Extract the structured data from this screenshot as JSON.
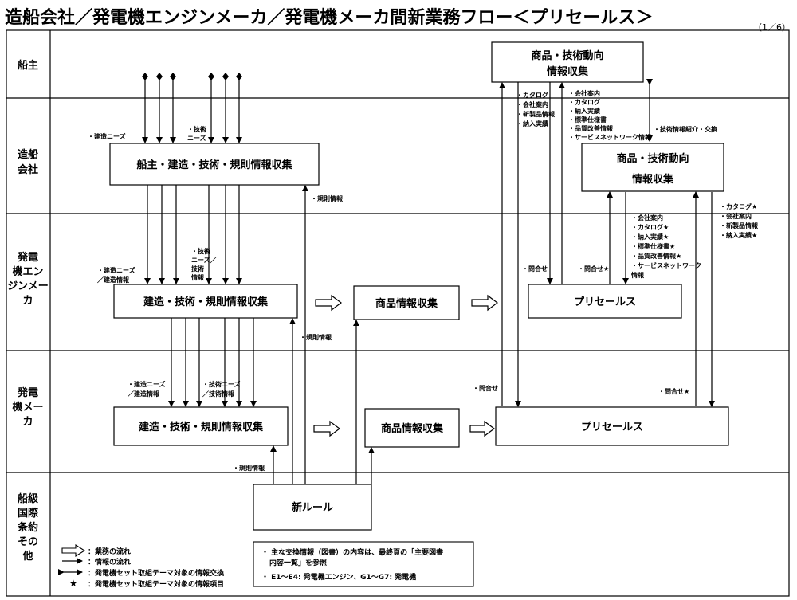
{
  "title": "造船会社／発電機エンジンメーカ／発電機メーカ間新業務フロー＜プリセールス＞",
  "page": "（1／6）",
  "lanes": {
    "owner": "船主",
    "shipyard": [
      "造船",
      "会社"
    ],
    "engine_maker": [
      "発電",
      "機エン",
      "ジンメー",
      "カ"
    ],
    "generator_maker": [
      "発電",
      "機メー",
      "カ"
    ],
    "class_rules": [
      "船級",
      "国際",
      "条約",
      "その",
      "他"
    ]
  },
  "boxes": {
    "owner_trend": [
      "商品・技術動向",
      "情報収集"
    ],
    "shipyard_trend": [
      "商品・技術動向",
      "情報収集"
    ],
    "shipyard_collect": "船主・建造・技術・規則情報収集",
    "engine_collect": "建造・技術・規則情報収集",
    "engine_product": "商品情報収集",
    "engine_presales": "プリセールス",
    "gen_collect": "建造・技術・規則情報収集",
    "gen_product": "商品情報収集",
    "gen_presales": "プリセールス",
    "new_rule": "新ルール"
  },
  "notes": {
    "shipyard_needs": "・建造ニーズ",
    "shipyard_tech": [
      "・技術",
      "ニーズ"
    ],
    "shipyard_rule": "・規則情報",
    "engine_needs": [
      "・建造ニーズ",
      "／建造情報"
    ],
    "engine_tech": [
      "・技術",
      "ニーズ／",
      "技術",
      "情報"
    ],
    "engine_rule": "・規則情報",
    "gen_needs": [
      "・建造ニーズ",
      "／建造情報"
    ],
    "gen_tech": [
      "・技術ニーズ",
      "／技術情報"
    ],
    "gen_rule": "・規則情報",
    "owner_to_yard": [
      "・カタログ",
      "・会社案内",
      "・新製品情報",
      "・納入実績"
    ],
    "yard_to_owner": [
      "・会社案内",
      "・カタログ",
      "・納入実績",
      "・標準仕様書",
      "・品質改善情報",
      "・サービスネットワーク情報"
    ],
    "tech_exchange": "・技術情報紹介・交換",
    "engine_to_yard": [
      "・会社案内",
      "・カタログ★",
      "・納入実績★",
      "・標準仕様書★",
      "・品質改善情報★",
      "・サービスネットワーク",
      "情報"
    ],
    "engine_inquiry_star": "・問合せ★",
    "engine_inquiry": "・問合せ",
    "gen_to_yard": [
      "・カタログ★",
      "・会社案内",
      "・新製品情報",
      "・納入実績★"
    ],
    "gen_inquiry_star": "・問合せ★",
    "gen_inquiry": "・問合せ"
  },
  "legend": {
    "business_flow": "：業務の流れ",
    "info_flow": "：情報の流れ",
    "exchange": "：発電機セット取組テーマ対象の情報交換",
    "star": "：発電機セット取組テーマ対象の情報項目",
    "star_symbol": "★"
  },
  "remarks": [
    "・ 主な交換情報（図書）の内容は、最終頁の「主要図書",
    "内容一覧」を参照",
    "・ E1～E4: 発電機エンジン、G1～G7: 発電機"
  ]
}
